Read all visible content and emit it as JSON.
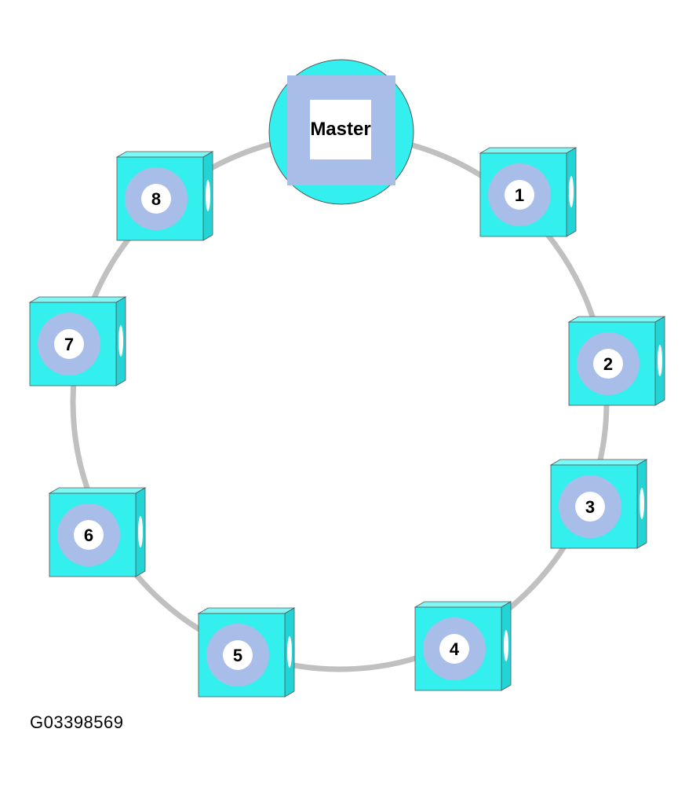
{
  "diagram": {
    "master": {
      "label": "Master"
    },
    "nodes": [
      {
        "label": "1"
      },
      {
        "label": "2"
      },
      {
        "label": "3"
      },
      {
        "label": "4"
      },
      {
        "label": "5"
      },
      {
        "label": "6"
      },
      {
        "label": "7"
      },
      {
        "label": "8"
      }
    ],
    "colors": {
      "ring": "#c0c0c0",
      "module_face": "#33f0ee",
      "module_side": "#22d4d6",
      "module_top": "#7ff7f5",
      "connector_ring": "#a8bde8",
      "connector_center": "#ffffff"
    }
  },
  "figure_id": "G03398569"
}
